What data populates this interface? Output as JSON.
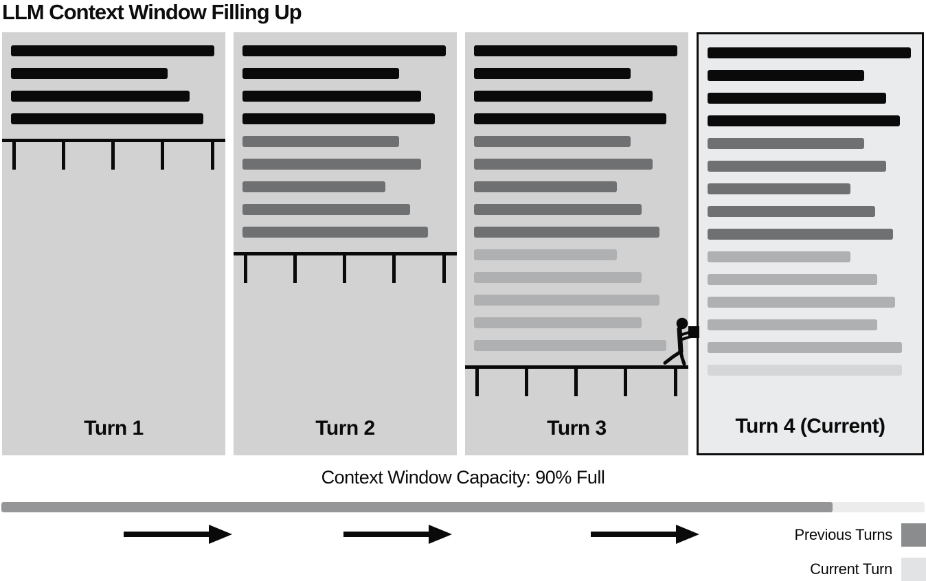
{
  "title": "LLM Context Window Filling Up",
  "panels": [
    {
      "id": "turn-1",
      "label": "Turn 1",
      "current": false,
      "ruler": true,
      "figure": false,
      "bars": [
        {
          "tone": "black",
          "w": 91
        },
        {
          "tone": "black",
          "w": 70
        },
        {
          "tone": "black",
          "w": 80
        },
        {
          "tone": "black",
          "w": 86
        }
      ]
    },
    {
      "id": "turn-2",
      "label": "Turn 2",
      "current": false,
      "ruler": true,
      "figure": false,
      "bars": [
        {
          "tone": "black",
          "w": 91
        },
        {
          "tone": "black",
          "w": 70
        },
        {
          "tone": "black",
          "w": 80
        },
        {
          "tone": "black",
          "w": 86
        },
        {
          "tone": "dark",
          "w": 70
        },
        {
          "tone": "dark",
          "w": 80
        },
        {
          "tone": "dark",
          "w": 64
        },
        {
          "tone": "dark",
          "w": 75
        },
        {
          "tone": "dark",
          "w": 83
        }
      ]
    },
    {
      "id": "turn-3",
      "label": "Turn 3",
      "current": false,
      "ruler": true,
      "figure": true,
      "bars": [
        {
          "tone": "black",
          "w": 91
        },
        {
          "tone": "black",
          "w": 70
        },
        {
          "tone": "black",
          "w": 80
        },
        {
          "tone": "black",
          "w": 86
        },
        {
          "tone": "dark",
          "w": 70
        },
        {
          "tone": "dark",
          "w": 80
        },
        {
          "tone": "dark",
          "w": 64
        },
        {
          "tone": "dark",
          "w": 75
        },
        {
          "tone": "dark",
          "w": 83
        },
        {
          "tone": "light",
          "w": 64
        },
        {
          "tone": "light",
          "w": 75
        },
        {
          "tone": "light",
          "w": 83
        },
        {
          "tone": "light",
          "w": 75
        },
        {
          "tone": "light",
          "w": 86
        }
      ]
    },
    {
      "id": "turn-4",
      "label": "Turn 4 (Current)",
      "current": true,
      "ruler": false,
      "figure": false,
      "bars": [
        {
          "tone": "black",
          "w": 91
        },
        {
          "tone": "black",
          "w": 70
        },
        {
          "tone": "black",
          "w": 80
        },
        {
          "tone": "black",
          "w": 86
        },
        {
          "tone": "dark",
          "w": 70
        },
        {
          "tone": "dark",
          "w": 80
        },
        {
          "tone": "dark",
          "w": 64
        },
        {
          "tone": "dark",
          "w": 75
        },
        {
          "tone": "dark",
          "w": 83
        },
        {
          "tone": "light",
          "w": 64
        },
        {
          "tone": "light",
          "w": 76
        },
        {
          "tone": "light",
          "w": 84
        },
        {
          "tone": "light",
          "w": 76
        },
        {
          "tone": "light",
          "w": 87
        },
        {
          "tone": "faint",
          "w": 87
        }
      ]
    }
  ],
  "ruler_ticks": 5,
  "capacity": {
    "label": "Context Window Capacity: 90% Full",
    "percent_full": 90
  },
  "arrows": {
    "count": 3,
    "icon": "arrow-right-icon"
  },
  "figure_icon": "person-carrying-box-icon",
  "legend": [
    {
      "label": "Previous Turns",
      "color": "#8a8c8e"
    },
    {
      "label": "Current Turn",
      "color": "#e2e3e5"
    }
  ],
  "colors": {
    "black_bar": "#0a0a0a",
    "dark_bar": "#6e7072",
    "light_bar": "#aeb0b2",
    "faint_bar": "#d4d6d8",
    "panel_bg": "#d2d2d3",
    "current_panel_bg": "#eaebec",
    "progress_fill": "#949698",
    "progress_track": "#ececed"
  }
}
